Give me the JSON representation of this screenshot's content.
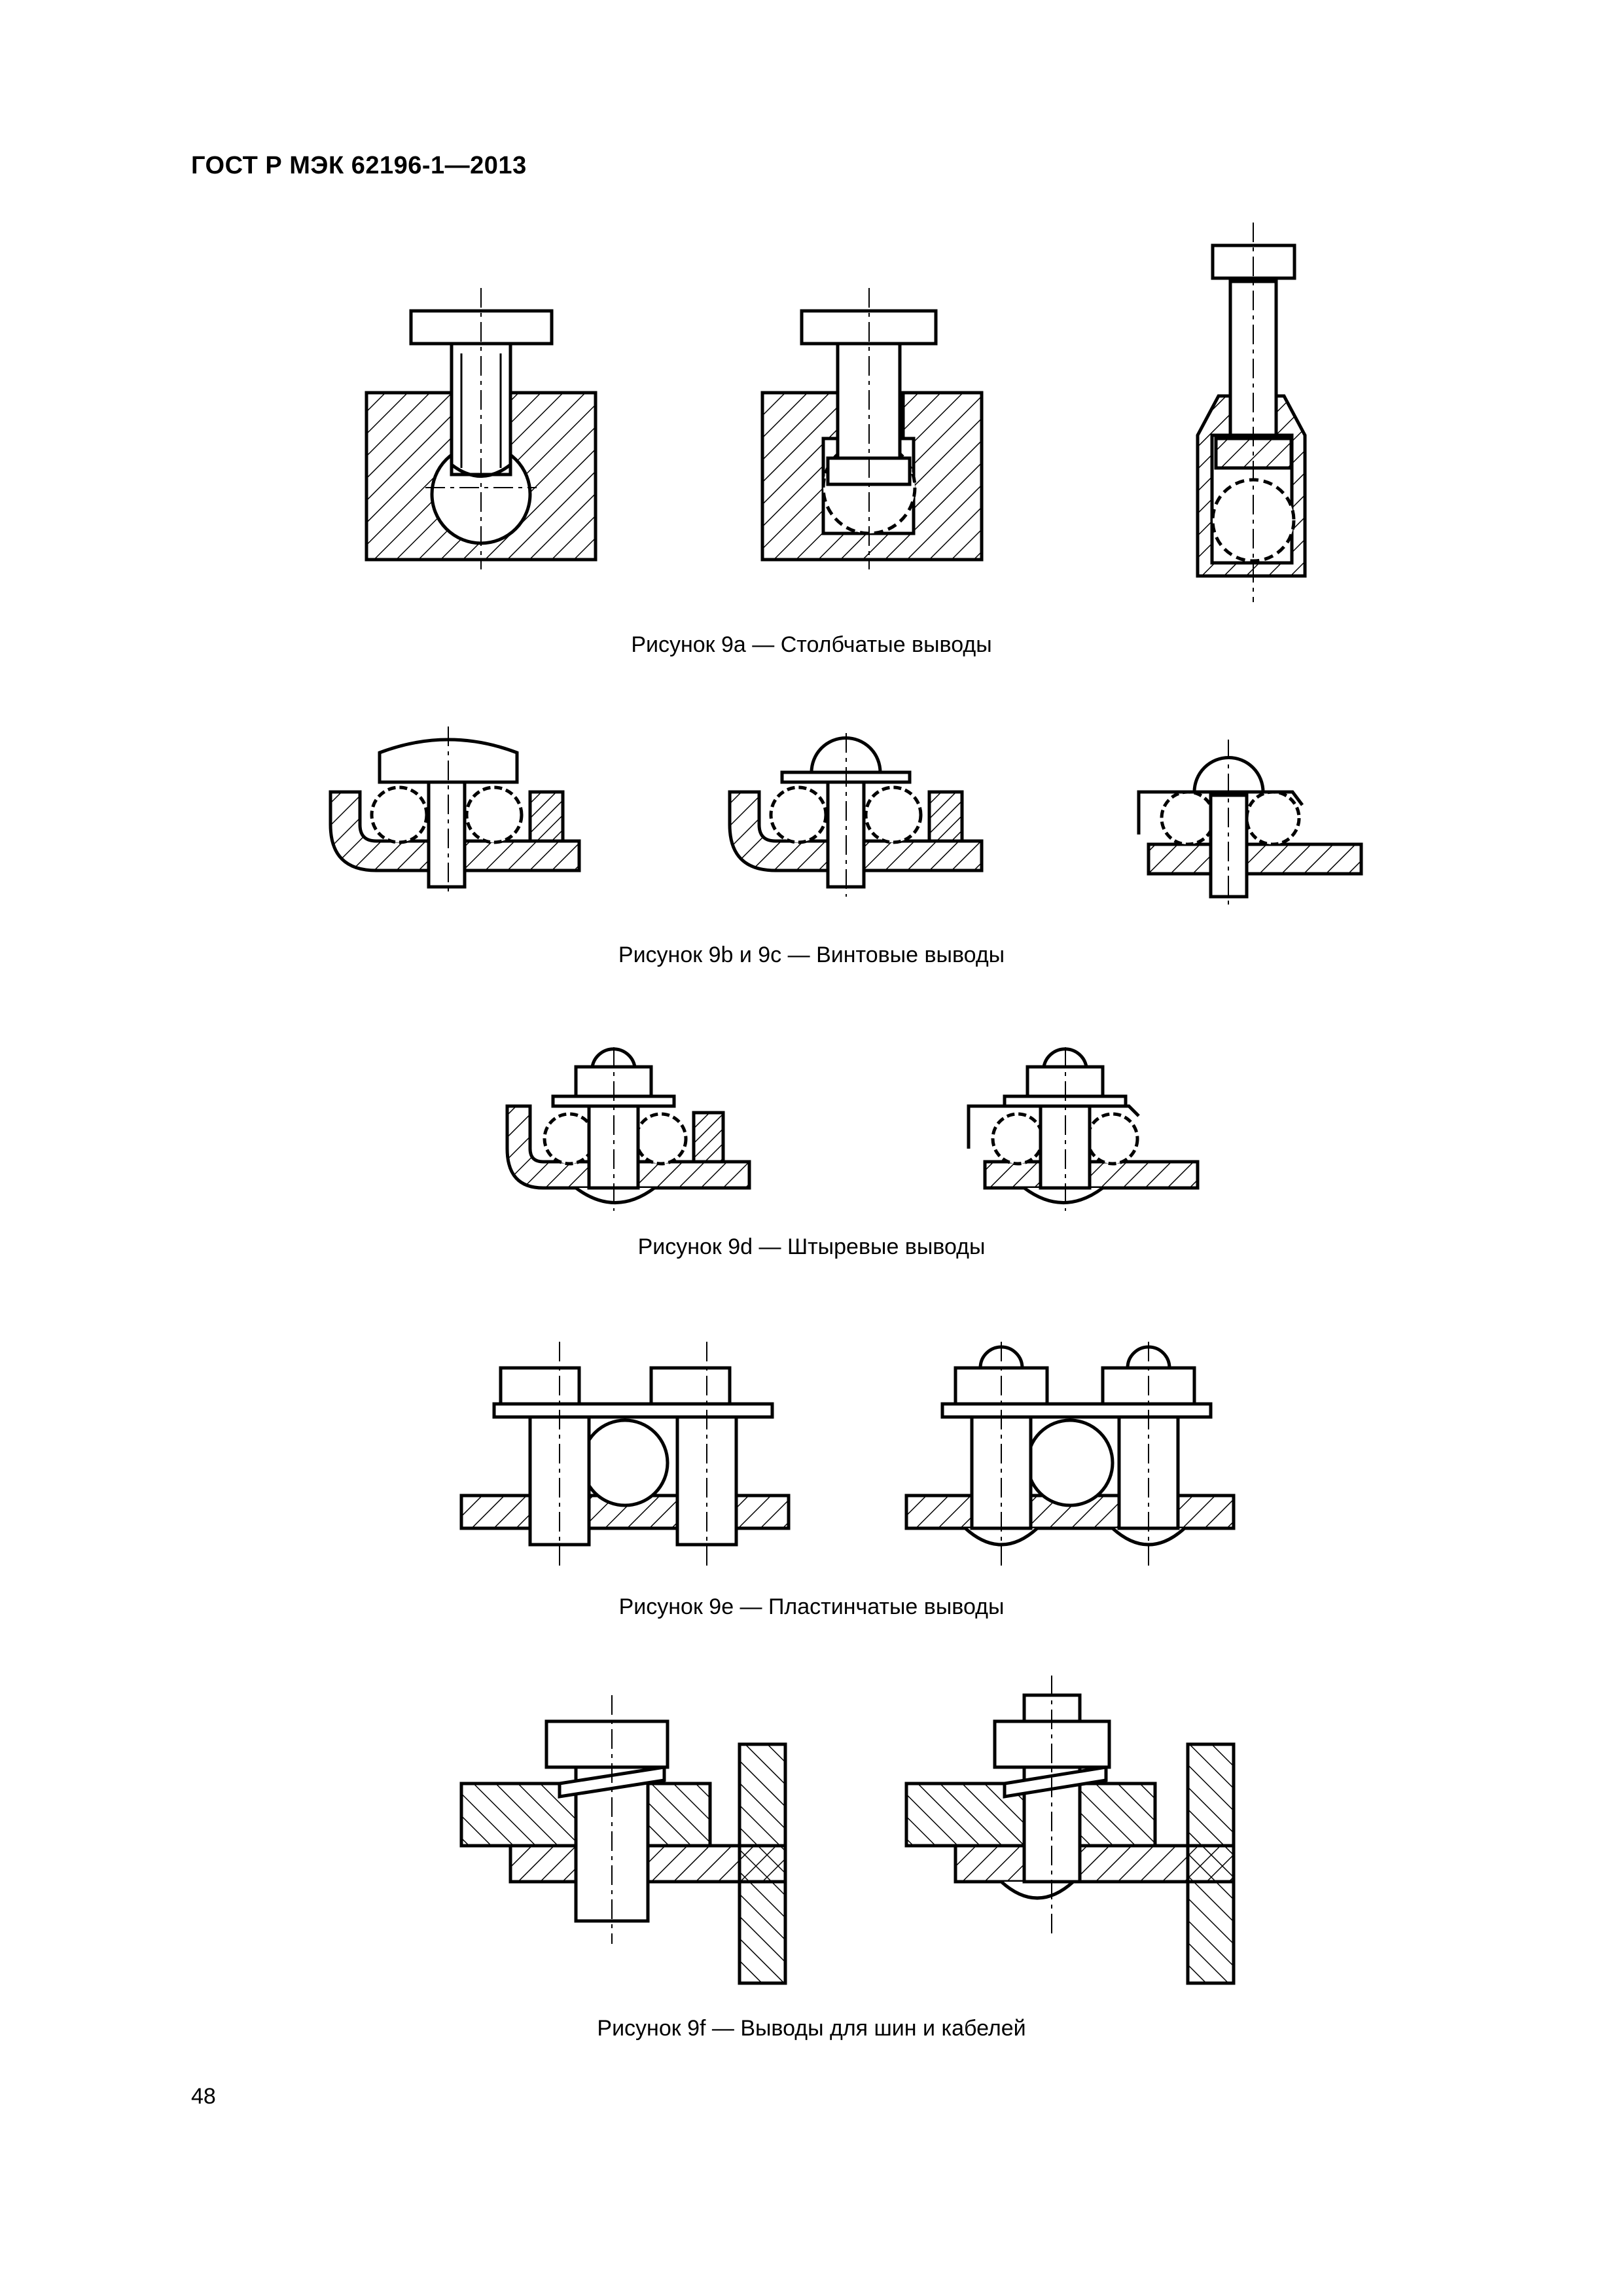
{
  "header": {
    "title": "ГОСТ Р МЭК 62196-1—2013"
  },
  "figures": [
    {
      "caption": "Рисунок 9a — Столбчатые выводы"
    },
    {
      "caption": "Рисунок 9b и 9c — Винтовые выводы"
    },
    {
      "caption": "Рисунок 9d — Штыревые выводы"
    },
    {
      "caption": "Рисунок 9e — Пластинчатые выводы"
    },
    {
      "caption": "Рисунок 9f — Выводы для шин и кабелей"
    }
  ],
  "footer": {
    "page_number": "48"
  }
}
